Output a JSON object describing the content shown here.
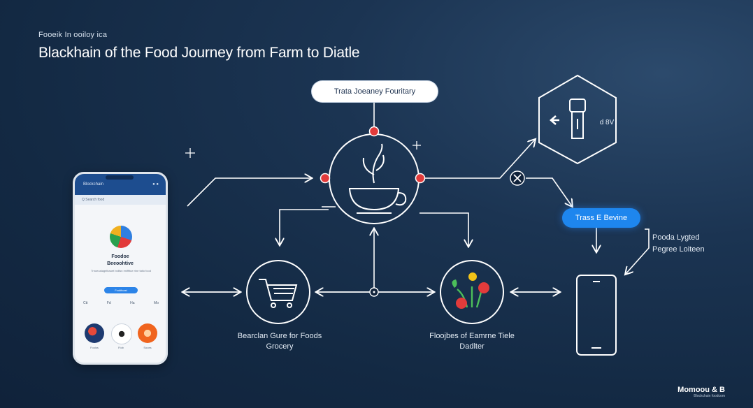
{
  "header": {
    "kicker": "Fooeik In ooiloy ica",
    "title": "Blackhain of the Food Journey from Farm to Diatle"
  },
  "pills": {
    "top": "Trata  Joeaney Fouritary",
    "blue": "Trass E Bevine"
  },
  "labels": {
    "cart": [
      "Bearclan Gure for Foods",
      "Grocery"
    ],
    "produce": [
      "Floojbes of Eamrne Tiele",
      "Dadlter"
    ],
    "side_note": [
      "Pooda Lygted",
      "Pegree Loiteen"
    ],
    "shield_tag": "d 8V"
  },
  "phone": {
    "bar_title": "Blockchain",
    "bar_icons": "● ●",
    "sub": "Q  Search food",
    "app_title": [
      "Foodoe",
      "Beeoohtive"
    ],
    "app_desc": "Trnoeoaiagelbauet bclllsn eniffitue rine tatlo food",
    "app_btn": "Foddtcast",
    "mini": [
      "Ctt",
      "Fd",
      "Ha",
      "Mo"
    ],
    "circle_caps": [
      "Fooiss",
      "Fiob",
      "Sooes"
    ]
  },
  "brand": {
    "name": "Momoou & B",
    "tag": "Blockchain foodcom"
  },
  "colors": {
    "background": "#132943",
    "accent_red": "#e23b3b",
    "accent_blue": "#1e86ee",
    "line": "#ffffff"
  },
  "icons": {
    "center": "plant-cup-icon",
    "cart": "shopping-cart-icon",
    "produce": "fruit-vegetable-icon",
    "hexagon": "truck-scanner-icon",
    "phone_outline": "smartphone-icon",
    "close": "close-icon"
  }
}
